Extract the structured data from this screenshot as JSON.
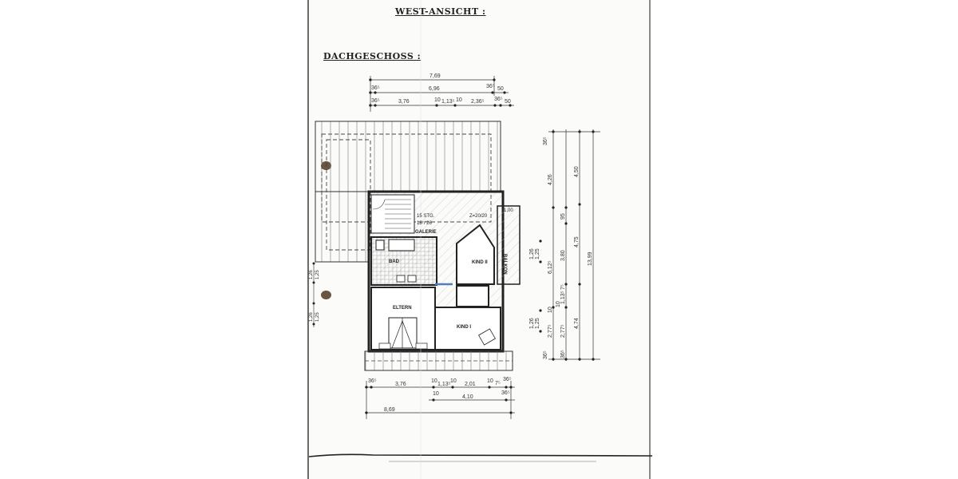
{
  "document": {
    "section_titles": {
      "elevation": "WEST-ANSICHT :",
      "floor": "DACHGESCHOSS :"
    },
    "rooms": {
      "galerie": "GALERIE",
      "bad": "BAD",
      "kind2": "KIND II",
      "balkon": "BALKON",
      "eltern": "ELTERN",
      "kind1": "KIND I"
    },
    "stair": {
      "steps": "15 STG.",
      "ratio": "18⁷/ 26"
    },
    "annotation_stairs_count": "Z=20/20",
    "balcony_depth": "1,00",
    "top_dimensions": {
      "row1": [
        "7,69"
      ],
      "row2": [
        "36⁵",
        "6,96",
        "36⁵",
        "50"
      ],
      "row3": [
        "36⁵",
        "3,76",
        "10",
        "1,13⁵",
        "10",
        "2,36⁵",
        "36⁵",
        "50"
      ]
    },
    "bottom_dimensions": {
      "row1": [
        "36⁵",
        "3,76",
        "10",
        "1,13⁵",
        "10",
        "2,01",
        "10",
        "7⁵",
        "36⁵"
      ],
      "row2": [
        "10",
        "4,10",
        "36⁵"
      ],
      "row3": [
        "8,69"
      ]
    },
    "right_dimensions": {
      "col1": [
        "36⁵",
        "4,26",
        "6,12⁵",
        "10",
        "2,77⁵",
        "36⁵"
      ],
      "col2": [
        "95",
        "3,80",
        "7⁵",
        "10",
        "1,13⁵",
        "2,77⁵",
        "36⁵"
      ],
      "col3": [
        "4,50",
        "4,75",
        "4,74"
      ],
      "col4": [
        "13,99"
      ],
      "window_marks": [
        "1,26",
        "1,25",
        "1,26",
        "1,25"
      ]
    },
    "left_dimensions": [
      "1,26",
      "1,25",
      "1,26",
      "1,25"
    ]
  }
}
